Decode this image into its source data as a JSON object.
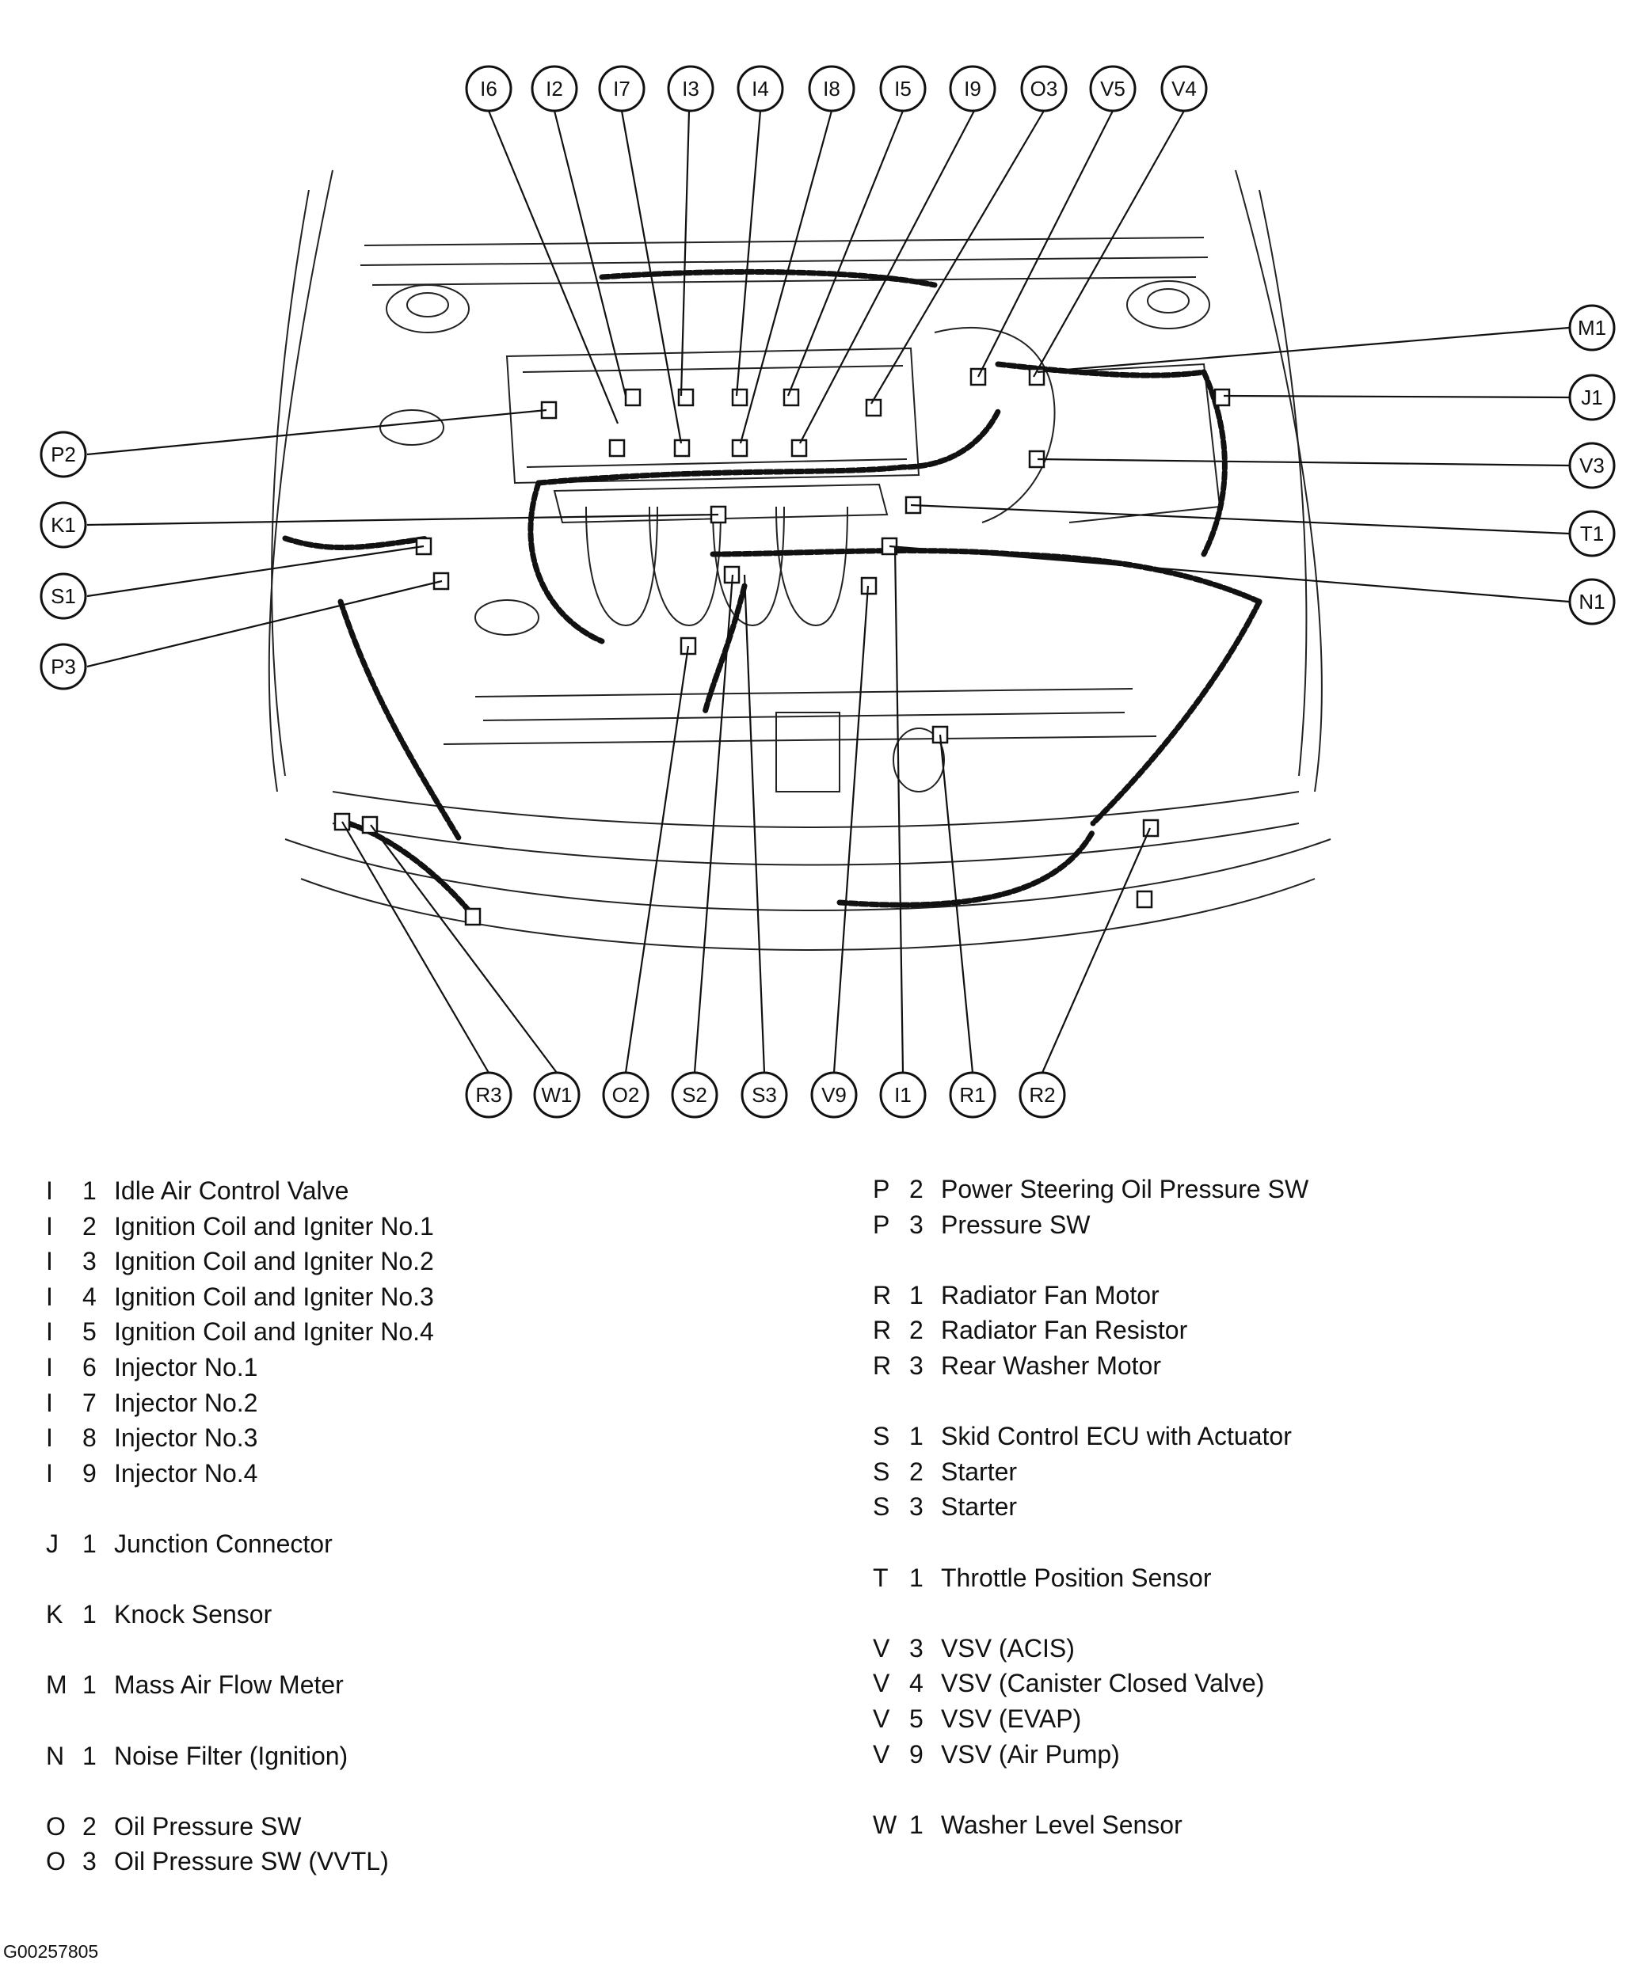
{
  "diagram": {
    "top_callouts": [
      "I6",
      "I2",
      "I7",
      "I3",
      "I4",
      "I8",
      "I5",
      "I9",
      "O3",
      "V5",
      "V4"
    ],
    "right_callouts": [
      "M1",
      "J1",
      "V3",
      "T1",
      "N1"
    ],
    "left_callouts": [
      "P2",
      "K1",
      "S1",
      "P3"
    ],
    "bottom_callouts": [
      "R3",
      "W1",
      "O2",
      "S2",
      "S3",
      "V9",
      "I1",
      "R1",
      "R2"
    ]
  },
  "legend_left": [
    {
      "letter": "I",
      "num": "1",
      "name": "Idle Air Control Valve"
    },
    {
      "letter": "I",
      "num": "2",
      "name": "Ignition Coil and Igniter No.1"
    },
    {
      "letter": "I",
      "num": "3",
      "name": "Ignition Coil and Igniter No.2"
    },
    {
      "letter": "I",
      "num": "4",
      "name": "Ignition Coil and Igniter No.3"
    },
    {
      "letter": "I",
      "num": "5",
      "name": "Ignition Coil and Igniter No.4"
    },
    {
      "letter": "I",
      "num": "6",
      "name": "Injector No.1"
    },
    {
      "letter": "I",
      "num": "7",
      "name": "Injector No.2"
    },
    {
      "letter": "I",
      "num": "8",
      "name": "Injector No.3"
    },
    {
      "letter": "I",
      "num": "9",
      "name": "Injector No.4"
    },
    {
      "letter": "J",
      "num": "1",
      "name": "Junction Connector"
    },
    {
      "letter": "K",
      "num": "1",
      "name": "Knock Sensor"
    },
    {
      "letter": "M",
      "num": "1",
      "name": "Mass Air Flow Meter"
    },
    {
      "letter": "N",
      "num": "1",
      "name": "Noise Filter (Ignition)"
    },
    {
      "letter": "O",
      "num": "2",
      "name": "Oil Pressure SW"
    },
    {
      "letter": "O",
      "num": "3",
      "name": "Oil Pressure SW (VVTL)"
    }
  ],
  "legend_right": [
    {
      "letter": "P",
      "num": "2",
      "name": "Power Steering Oil Pressure SW"
    },
    {
      "letter": "P",
      "num": "3",
      "name": "Pressure SW"
    },
    {
      "letter": "R",
      "num": "1",
      "name": "Radiator Fan Motor"
    },
    {
      "letter": "R",
      "num": "2",
      "name": "Radiator Fan Resistor"
    },
    {
      "letter": "R",
      "num": "3",
      "name": "Rear Washer Motor"
    },
    {
      "letter": "S",
      "num": "1",
      "name": "Skid Control ECU with Actuator"
    },
    {
      "letter": "S",
      "num": "2",
      "name": "Starter"
    },
    {
      "letter": "S",
      "num": "3",
      "name": "Starter"
    },
    {
      "letter": "T",
      "num": "1",
      "name": "Throttle Position Sensor"
    },
    {
      "letter": "V",
      "num": "3",
      "name": "VSV (ACIS)"
    },
    {
      "letter": "V",
      "num": "4",
      "name": "VSV (Canister Closed Valve)"
    },
    {
      "letter": "V",
      "num": "5",
      "name": "VSV (EVAP)"
    },
    {
      "letter": "V",
      "num": "9",
      "name": "VSV (Air Pump)"
    },
    {
      "letter": "W",
      "num": "1",
      "name": "Washer Level Sensor"
    }
  ],
  "figure_id": "G00257805"
}
